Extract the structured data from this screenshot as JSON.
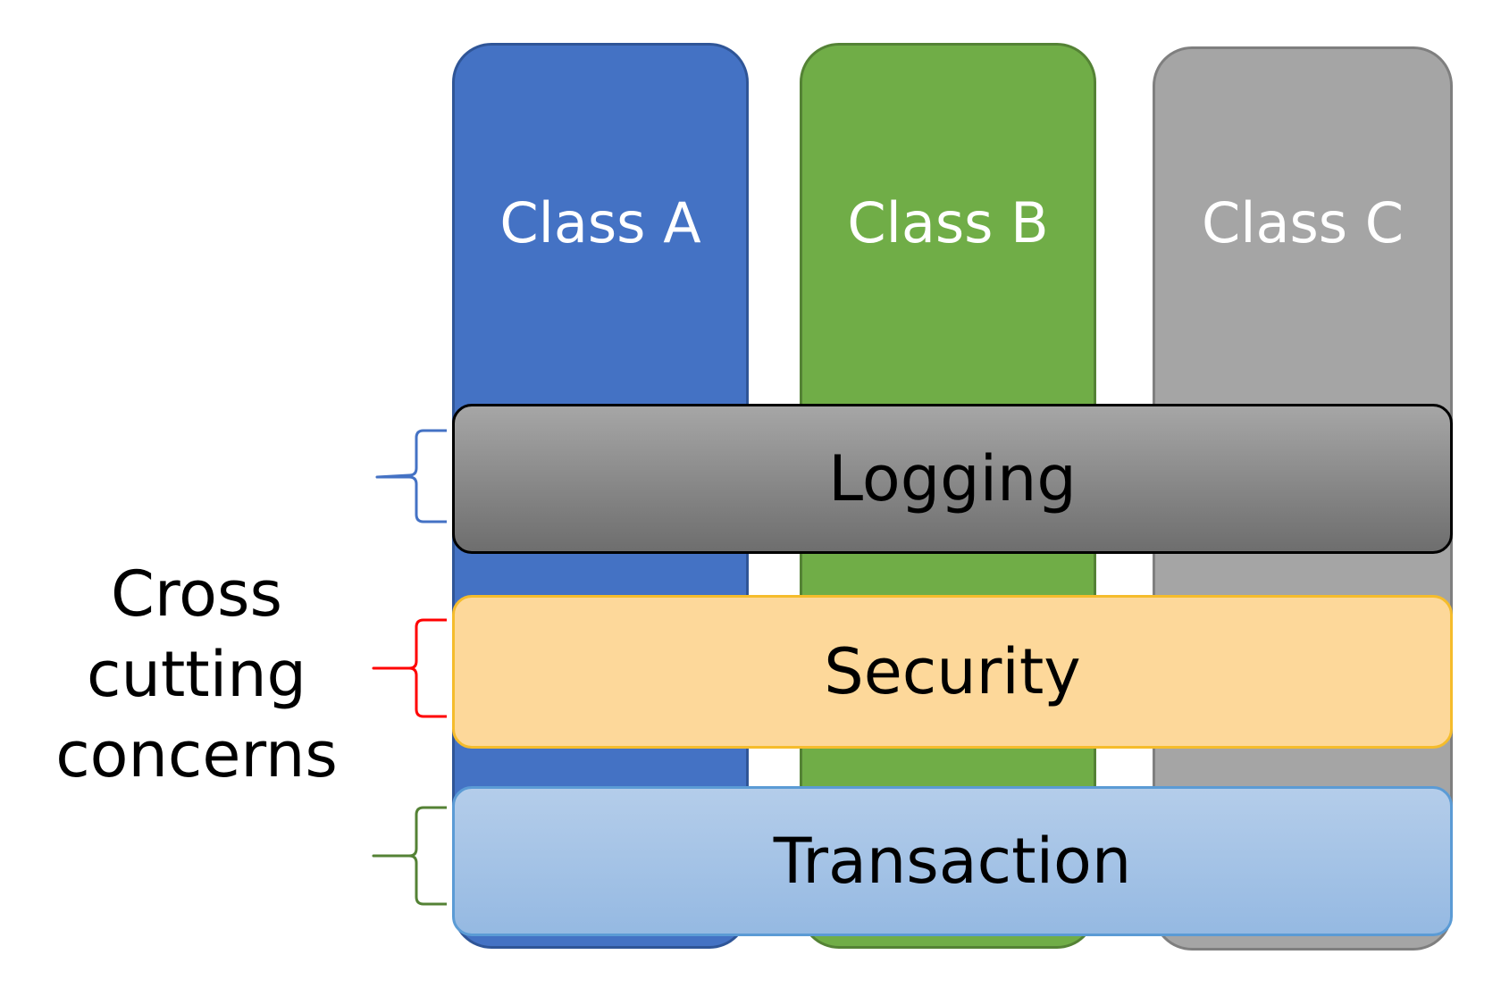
{
  "classes": [
    {
      "label": "Class A",
      "color": "#4472c4"
    },
    {
      "label": "Class B",
      "color": "#70ad47"
    },
    {
      "label": "Class C",
      "color": "#a5a5a5"
    }
  ],
  "concerns": [
    {
      "label": "Logging",
      "bracket_color": "#4472c4"
    },
    {
      "label": "Security",
      "bracket_color": "#ff0000"
    },
    {
      "label": "Transaction",
      "bracket_color": "#548235"
    }
  ],
  "side_label": {
    "lines": [
      "Cross",
      "cutting",
      "concerns"
    ]
  }
}
